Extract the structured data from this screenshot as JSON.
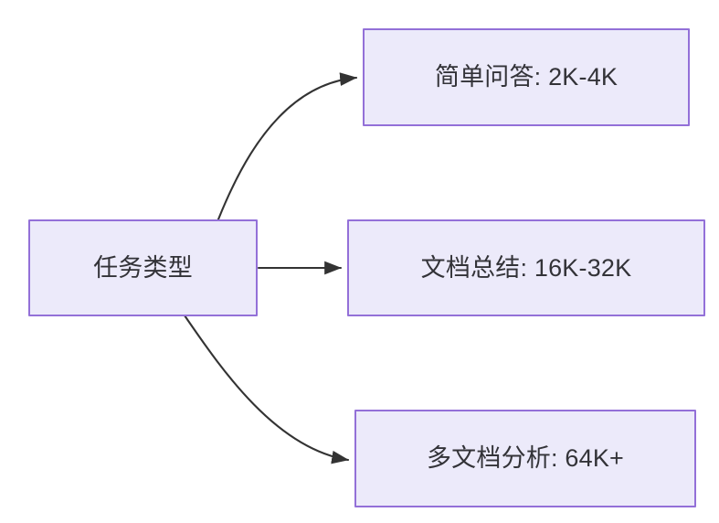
{
  "diagram": {
    "type": "flowchart",
    "direction": "left-to-right",
    "background_color": "#FFFFFF",
    "node_fill_color": "#ECEAFA",
    "node_border_color": "#9370D8",
    "node_text_color": "#333338",
    "edge_color": "#333333",
    "nodes": [
      {
        "id": "source",
        "label": "任务类型"
      },
      {
        "id": "simple_qa",
        "label": "简单问答: 2K-4K"
      },
      {
        "id": "doc_summary",
        "label": "文档总结: 16K-32K"
      },
      {
        "id": "multi_doc",
        "label": "多文档分析: 64K+"
      }
    ],
    "edges": [
      {
        "from": "source",
        "to": "simple_qa",
        "style": "curved",
        "arrow": "triangle",
        "label": ""
      },
      {
        "from": "source",
        "to": "doc_summary",
        "style": "straight",
        "arrow": "triangle",
        "label": ""
      },
      {
        "from": "source",
        "to": "multi_doc",
        "style": "curved",
        "arrow": "triangle",
        "label": ""
      }
    ]
  }
}
